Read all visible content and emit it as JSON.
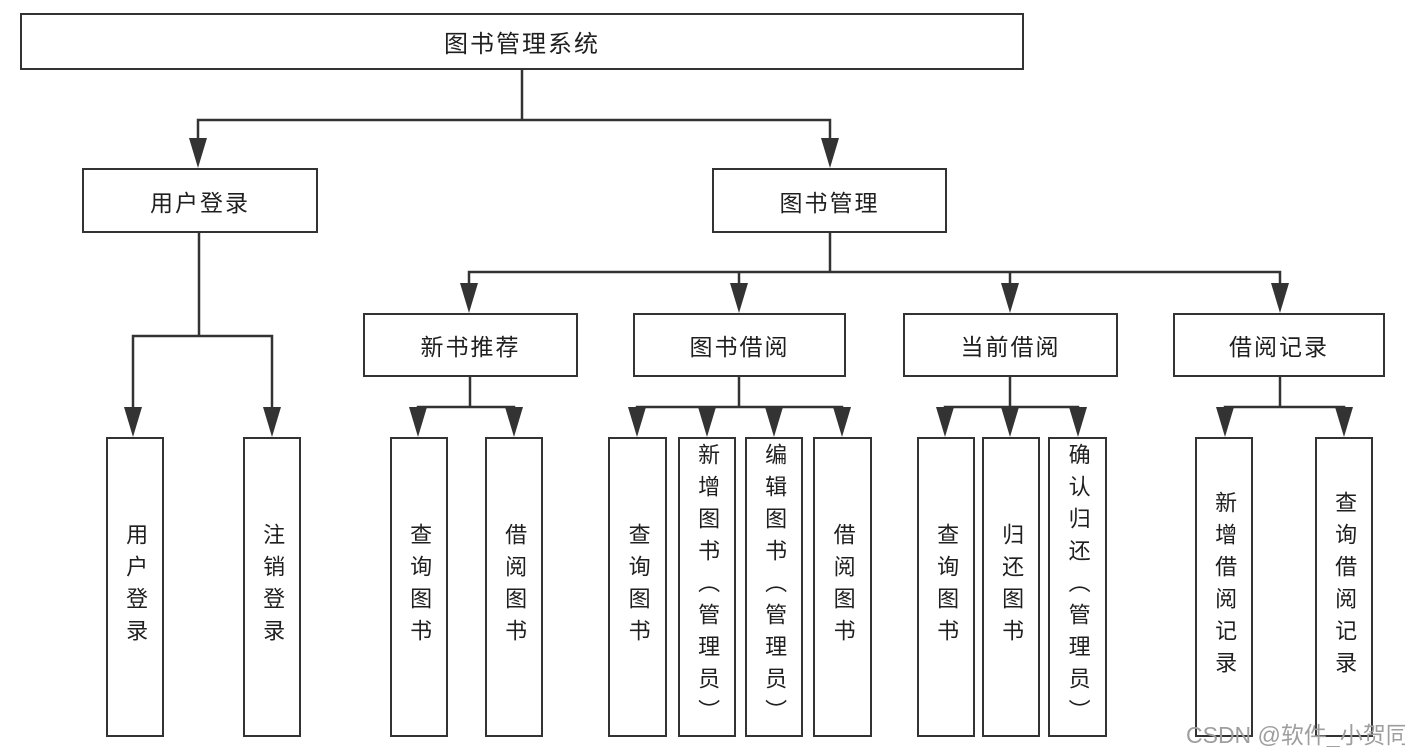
{
  "diagram": {
    "type": "hierarchy-tree",
    "colors": {
      "line": "#333333",
      "box_border": "#333333",
      "text": "#1f1f1f",
      "watermark": "#9e9e9e",
      "background": "#ffffff"
    },
    "tree": {
      "label": "图书管理系统",
      "children": [
        {
          "label": "用户登录",
          "children": [
            {
              "label": "用户登录"
            },
            {
              "label": "注销登录"
            }
          ]
        },
        {
          "label": "图书管理",
          "children": [
            {
              "label": "新书推荐",
              "children": [
                {
                  "label": "查询图书"
                },
                {
                  "label": "借阅图书"
                }
              ]
            },
            {
              "label": "图书借阅",
              "children": [
                {
                  "label": "查询图书"
                },
                {
                  "label": "新增图书（管理员）"
                },
                {
                  "label": "编辑图书（管理员）"
                },
                {
                  "label": "借阅图书"
                }
              ]
            },
            {
              "label": "当前借阅",
              "children": [
                {
                  "label": "查询图书"
                },
                {
                  "label": "归还图书"
                },
                {
                  "label": "确认归还（管理员）"
                }
              ]
            },
            {
              "label": "借阅记录",
              "children": [
                {
                  "label": "新增借阅记录"
                },
                {
                  "label": "查询借阅记录"
                }
              ]
            }
          ]
        }
      ]
    }
  },
  "watermark": "CSDN @软件_小贺同学"
}
